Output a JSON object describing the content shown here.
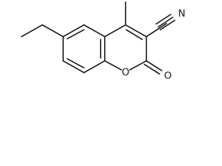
{
  "molecule": {
    "atoms": {
      "nitrile_nitrogen": "N",
      "ring_oxygen": "O",
      "carbonyl_oxygen": "O"
    }
  }
}
